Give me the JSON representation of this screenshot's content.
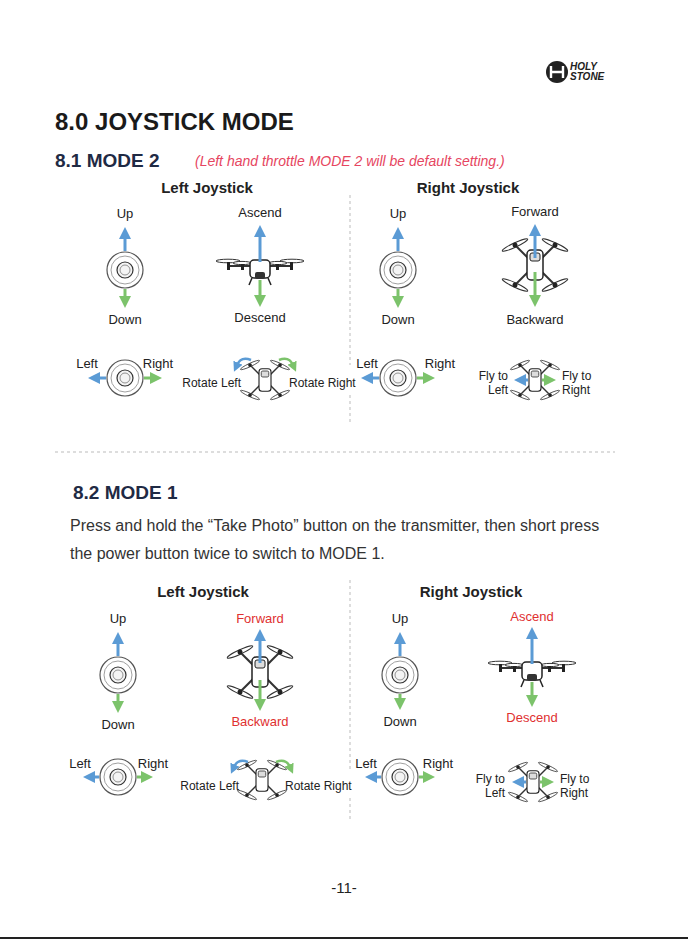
{
  "diagram": {
    "title": "8.0 JOYSTICK MODE",
    "labels": [
      "HOLY STONE",
      "8.1 MODE 2",
      "(Left hand throttle MODE 2 will be default setting.)",
      "Left Joystick",
      "Right Joystick",
      "Up",
      "Ascend",
      "Down",
      "Descend",
      "Up",
      "Forward",
      "Down",
      "Backward",
      "Left",
      "Right",
      "Rotate Left",
      "Rotate Right",
      "Left",
      "Right",
      "Fly to Left",
      "Fly to Right",
      "8.2 MODE 1",
      "Press and hold the “Take Photo” button on the transmitter, then short press the power button twice to switch to MODE 1.",
      "Left Joystick",
      "Right Joystick",
      "Up",
      "Forward",
      "Down",
      "Backward",
      "Up",
      "Ascend",
      "Down",
      "Descend",
      "Left",
      "Right",
      "Rotate Left",
      "Rotate Right",
      "Left",
      "Right",
      "Fly to Left",
      "Fly to Right",
      "-11-"
    ]
  }
}
